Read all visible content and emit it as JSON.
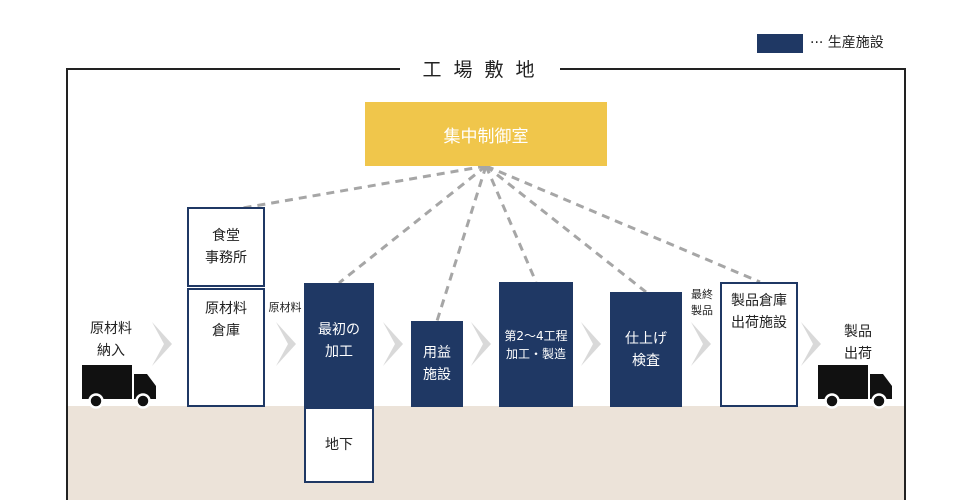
{
  "legend": {
    "label": "··· 生産施設",
    "swatch_color": "#1f3864",
    "icon": "legend-swatch-icon"
  },
  "site": {
    "title": "工 場 敷 地"
  },
  "control_room": {
    "label": "集中制御室",
    "color": "#f0c64b"
  },
  "labels": {
    "incoming_line1": "原材料",
    "incoming_line2": "納入",
    "between_material": "原材料",
    "final_line1": "最終",
    "final_line2": "製品",
    "outgoing_line1": "製品",
    "outgoing_line2": "出荷"
  },
  "facilities": {
    "cafeteria_office": {
      "line1": "食堂",
      "line2": "事務所"
    },
    "raw_material_warehouse": {
      "line1": "原材料",
      "line2": "倉庫"
    },
    "first_processing": {
      "line1": "最初の",
      "line2": "加工"
    },
    "underground": {
      "label": "地下"
    },
    "utilities": {
      "line1": "用益",
      "line2": "施設"
    },
    "process_2_4": {
      "line1": "第2～4工程",
      "line2": "加工・製造"
    },
    "finishing_inspection": {
      "line1": "仕上げ",
      "line2": "検査"
    },
    "product_warehouse": {
      "line1": "製品倉庫",
      "line2": "出荷施設"
    }
  },
  "colors": {
    "facility": "#1f3864",
    "ground": "#ece3d9",
    "arrow": "#d9d9d9",
    "connector": "#a6a6a6"
  },
  "icons": [
    "truck-icon",
    "logs-icon",
    "gears-icon",
    "chevron-arrow-icon"
  ]
}
